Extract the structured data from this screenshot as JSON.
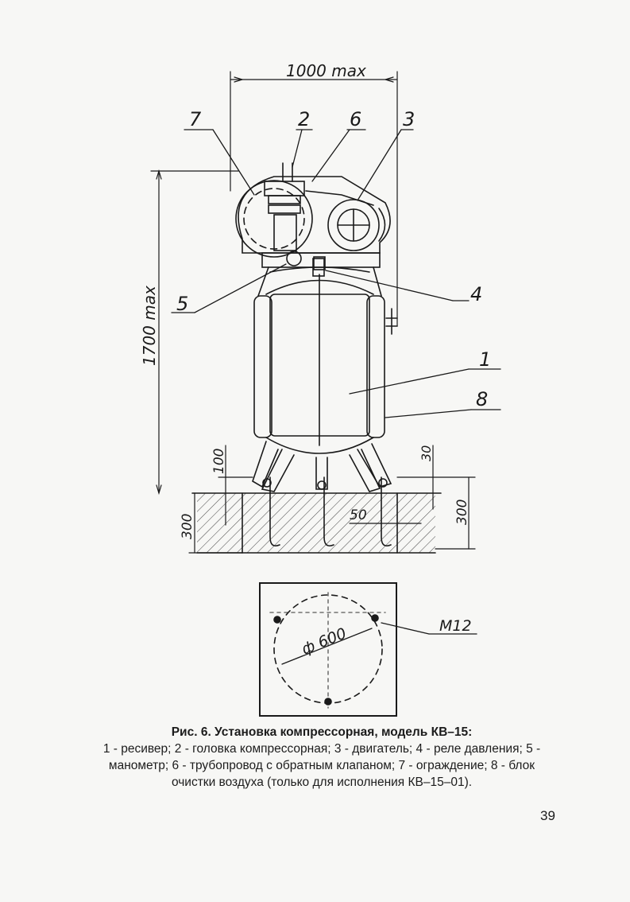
{
  "figure": {
    "callouts": {
      "c1": "1",
      "c2": "2",
      "c3": "3",
      "c4": "4",
      "c5": "5",
      "c6": "6",
      "c7": "7",
      "c8": "8"
    },
    "dimensions": {
      "width_max": "1000 max",
      "height_max": "1700 max",
      "d100": "100",
      "d300_left": "300",
      "d300_right": "300",
      "d30": "30",
      "d50": "50",
      "diameter": "ф 600",
      "bolt": "М12"
    }
  },
  "caption": {
    "title": "Рис. 6. Установка компрессорная, модель КВ–15:",
    "legend": "1 - ресивер; 2 - головка компрессорная; 3 - двигатель; 4 - реле давления; 5 - манометр; 6 - трубопровод с обратным клапаном; 7 - ограждение; 8 - блок очистки воздуха (только для исполнения КВ–15–01)."
  },
  "page_number": "39",
  "colors": {
    "ink": "#1a1a1a",
    "paper": "#f7f7f5"
  }
}
